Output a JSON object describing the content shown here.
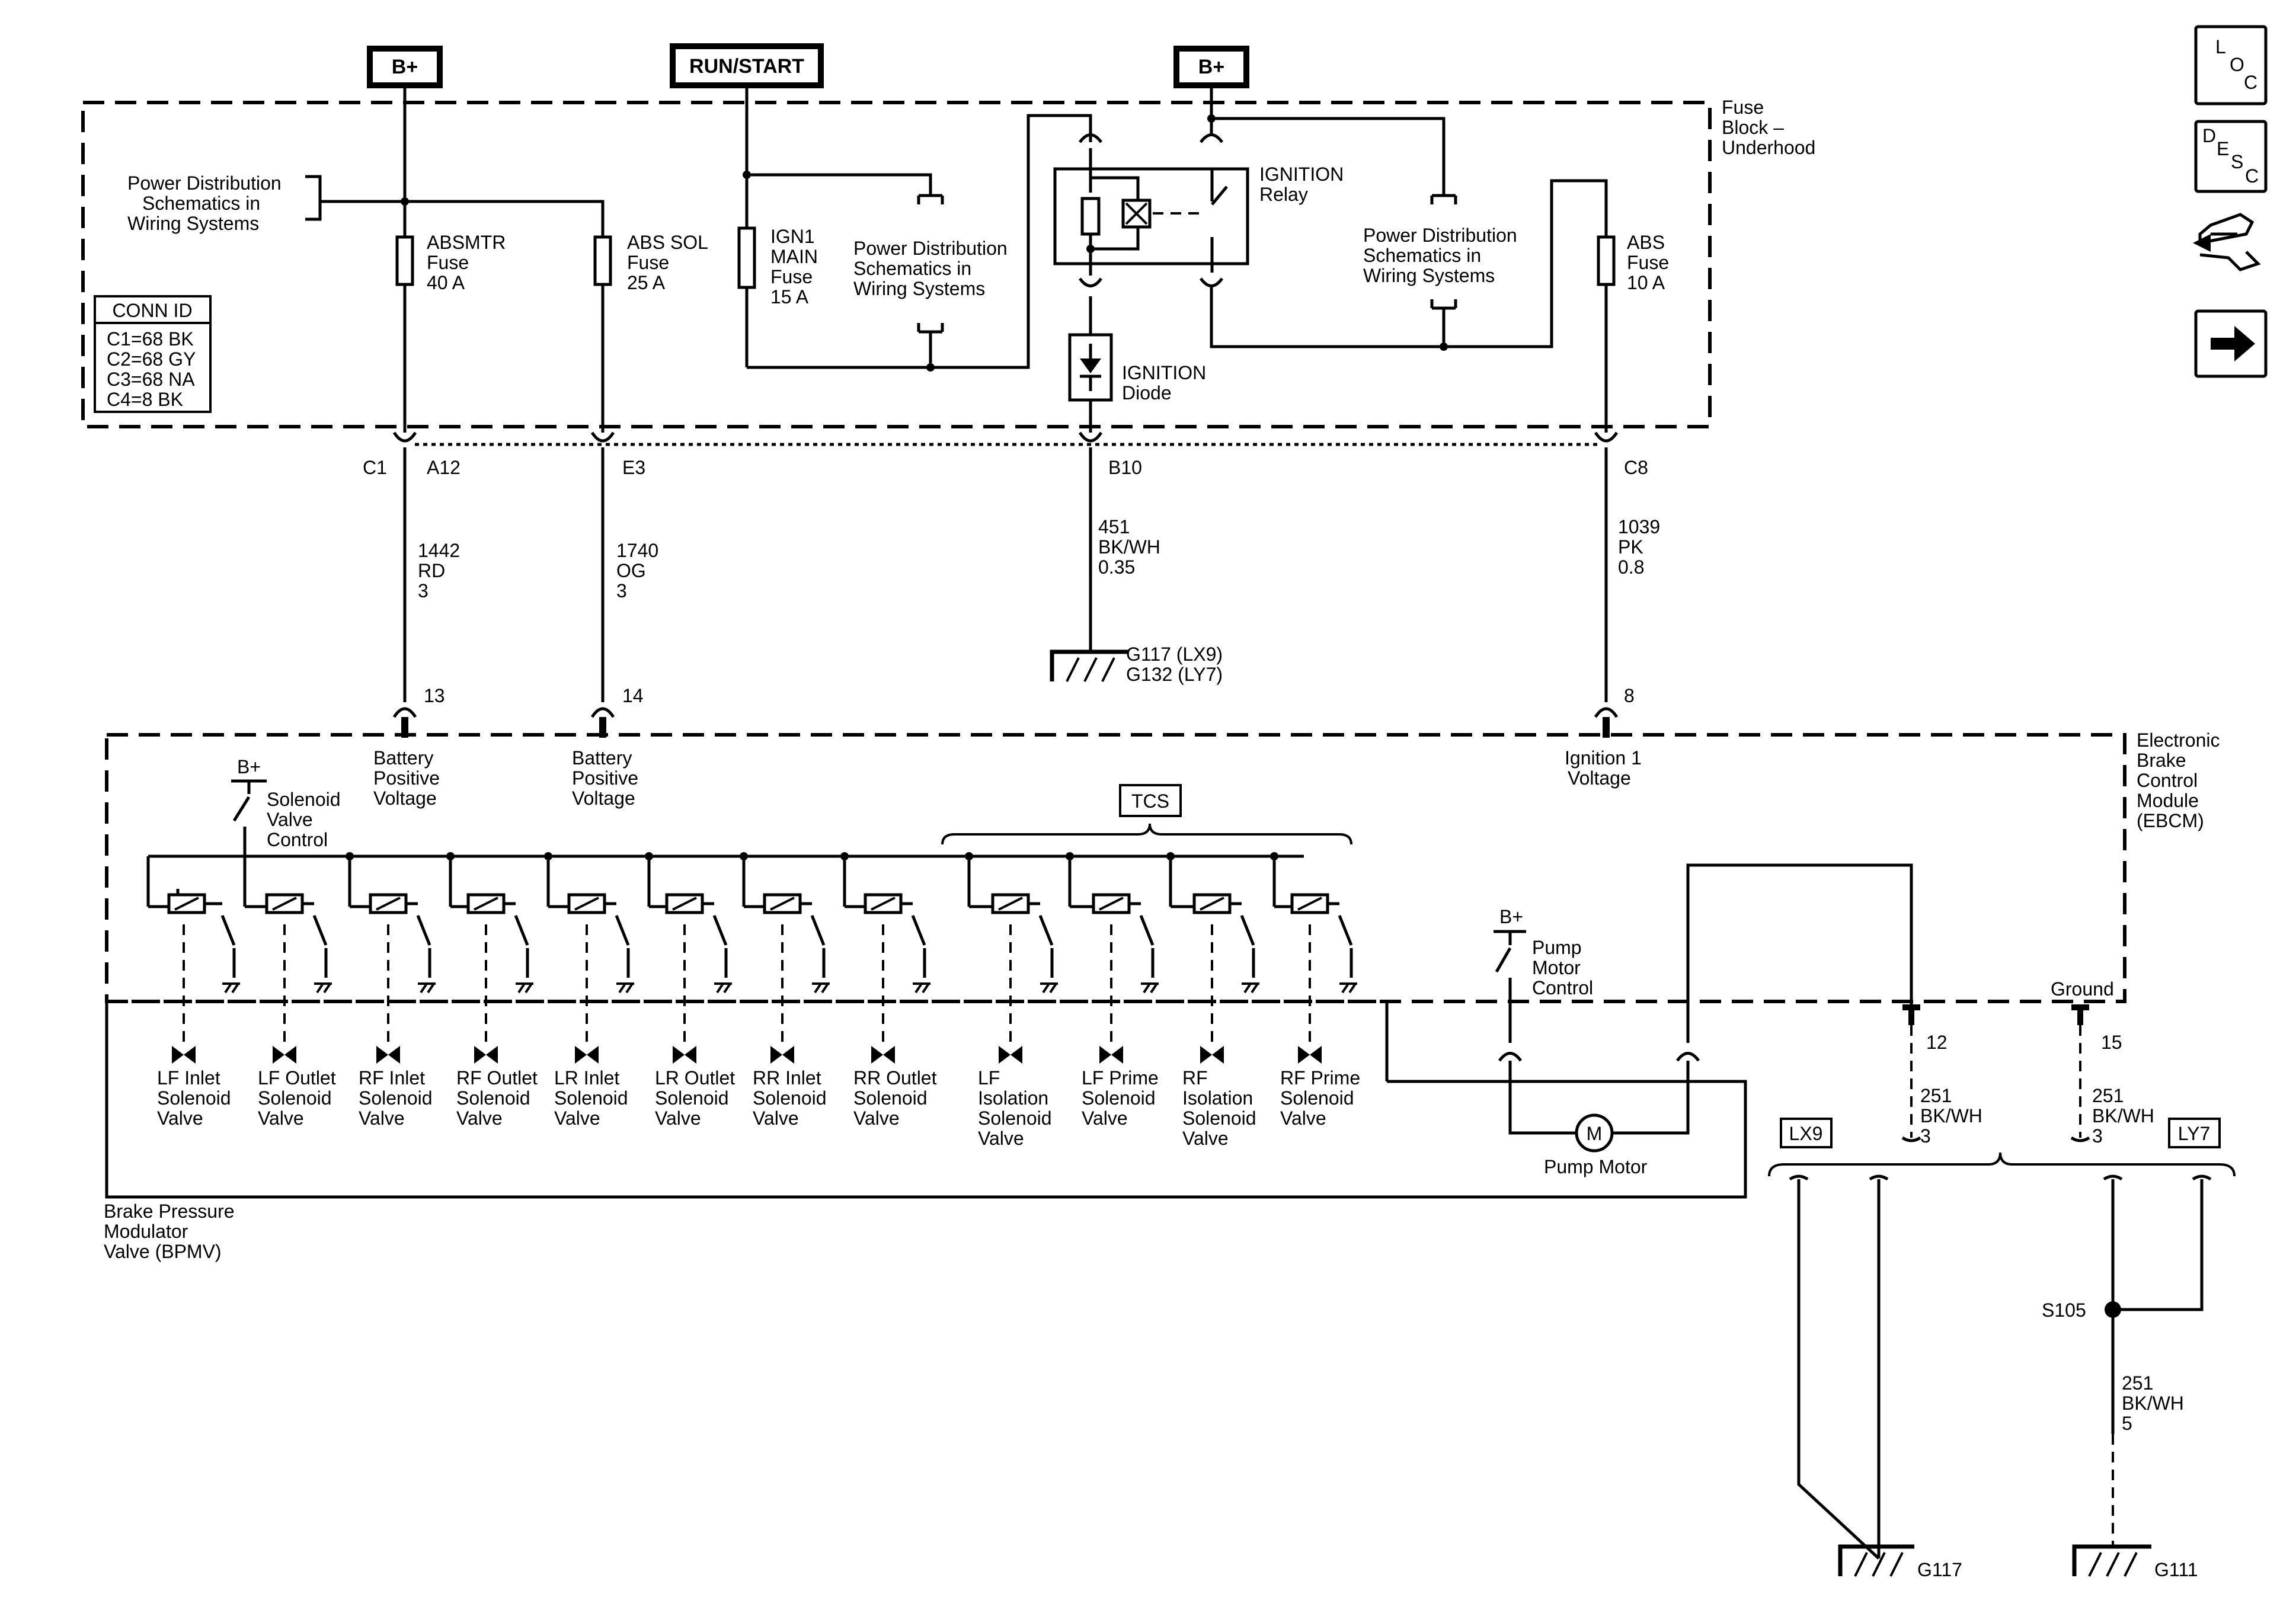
{
  "nav_icons": [
    "loc-icon",
    "desc-icon",
    "connector-end-view-icon",
    "next-page-arrow-icon"
  ],
  "nav": {
    "loc": [
      "L",
      "O",
      "C"
    ],
    "desc": [
      "D",
      "E",
      "S",
      "C"
    ]
  },
  "power_sources": {
    "b_plus_left": "B+",
    "run_start": "RUN/START",
    "b_plus_right": "B+",
    "b_plus": "B+"
  },
  "fuse_block": {
    "title": [
      "Fuse",
      "Block –",
      "Underhood"
    ]
  },
  "pd_refs": {
    "left": [
      "Power Distribution",
      "Schematics in",
      "Wiring Systems"
    ],
    "center": [
      "Power Distribution",
      "Schematics in",
      "Wiring Systems"
    ],
    "right": [
      "Power Distribution",
      "Schematics in",
      "Wiring Systems"
    ]
  },
  "conn_id": {
    "title": "CONN ID",
    "rows": [
      "C1=68 BK",
      "C2=68 GY",
      "C3=68 NA",
      "C4=8 BK"
    ]
  },
  "fuses": {
    "absmtr": [
      "ABSMTR",
      "Fuse",
      "40 A"
    ],
    "abs_sol": [
      "ABS SOL",
      "Fuse",
      "25 A"
    ],
    "ign1_main": [
      "IGN1",
      "MAIN",
      "Fuse",
      "15 A"
    ],
    "abs": [
      "ABS",
      "Fuse",
      "10 A"
    ]
  },
  "relay": [
    "IGNITION",
    "Relay"
  ],
  "diode": [
    "IGNITION",
    "Diode"
  ],
  "pins_fuse_block": {
    "c1": "C1",
    "a12": "A12",
    "e3": "E3",
    "b10": "B10",
    "c8": "C8"
  },
  "wires": {
    "w1442": [
      "1442",
      "RD",
      "3"
    ],
    "w1740": [
      "1740",
      "OG",
      "3"
    ],
    "w451": [
      "451",
      "BK/WH",
      "0.35"
    ],
    "w1039": [
      "1039",
      "PK",
      "0.8"
    ],
    "w251_a": [
      "251",
      "BK/WH",
      "3"
    ],
    "w251_b": [
      "251",
      "BK/WH",
      "3"
    ],
    "w251_c": [
      "251",
      "BK/WH",
      "5"
    ]
  },
  "grounds": {
    "g_top": [
      "G117 (LX9)",
      "G132 (LY7)"
    ],
    "g117": "G117",
    "g111": "G111"
  },
  "ebcm": {
    "title": [
      "Electronic",
      "Brake",
      "Control",
      "Module",
      "(EBCM)"
    ],
    "pins": {
      "p13": "13",
      "p14": "14",
      "p8": "8",
      "p12": "12",
      "p15": "15"
    },
    "inputs": {
      "batt1": [
        "Battery",
        "Positive",
        "Voltage"
      ],
      "batt2": [
        "Battery",
        "Positive",
        "Voltage"
      ],
      "ign1": [
        "Ignition 1",
        "Voltage"
      ],
      "ground": "Ground"
    },
    "sol_ctrl": [
      "Solenoid",
      "Valve",
      "Control"
    ],
    "tcs": "TCS",
    "pump_ctrl": [
      "Pump",
      "Motor",
      "Control"
    ]
  },
  "bpmv": {
    "title": [
      "Brake Pressure",
      "Modulator",
      "Valve (BPMV)"
    ],
    "valves": [
      [
        "LF Inlet",
        "Solenoid",
        "Valve"
      ],
      [
        "LF Outlet",
        "Solenoid",
        "Valve"
      ],
      [
        "RF Inlet",
        "Solenoid",
        "Valve"
      ],
      [
        "RF Outlet",
        "Solenoid",
        "Valve"
      ],
      [
        "LR Inlet",
        "Solenoid",
        "Valve"
      ],
      [
        "LR Outlet",
        "Solenoid",
        "Valve"
      ],
      [
        "RR Inlet",
        "Solenoid",
        "Valve"
      ],
      [
        "RR Outlet",
        "Solenoid",
        "Valve"
      ],
      [
        "LF",
        "Isolation",
        "Solenoid",
        "Valve"
      ],
      [
        "LF Prime",
        "Solenoid",
        "Valve"
      ],
      [
        "RF",
        "Isolation",
        "Solenoid",
        "Valve"
      ],
      [
        "RF Prime",
        "Solenoid",
        "Valve"
      ]
    ],
    "pump_motor": "Pump Motor",
    "motor_symbol": "M"
  },
  "options": {
    "lx9": "LX9",
    "ly7": "LY7"
  },
  "splice": "S105"
}
